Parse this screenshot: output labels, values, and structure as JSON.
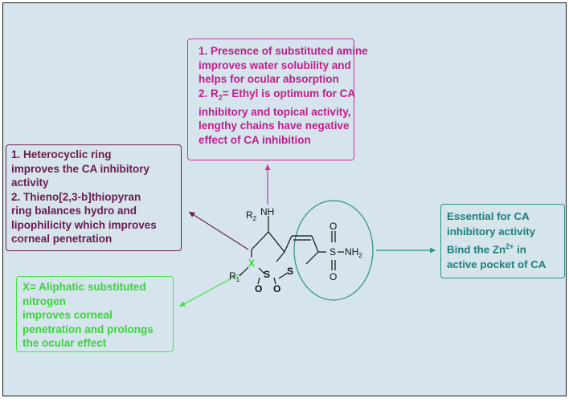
{
  "colors": {
    "background": "#d5e4ed",
    "magenta": "#cc3399",
    "plum": "#6b1a4f",
    "teal": "#1d7e77",
    "green": "#3bd43b"
  },
  "top_box": {
    "lines": [
      "1. Presence of substituted amine",
      "improves water solubility and",
      "helps for ocular absorption",
      ". R",
      "= Ethyl is optimum for CA",
      "inhibitory and topical activity,",
      "lengthy chains have negative",
      "effect of CA inhibition"
    ],
    "item2_number": "2",
    "item2_subscript": "2"
  },
  "left_box": {
    "lines": [
      "1. Heterocyclic ring",
      "improves the CA inhibitory",
      "activity",
      "2. Thieno[2,3-b]thiopyran",
      "ring balances hydro and",
      "lipophilicity which improves",
      "corneal penetration"
    ]
  },
  "right_box": {
    "lines": [
      "Essential for CA",
      "inhibitory activity",
      "Bind the Zn",
      " in",
      "active pocket of CA"
    ],
    "superscript": "2+"
  },
  "bottom_box": {
    "lines": [
      "X= Aliphatic substituted",
      "nitrogen",
      "improves corneal",
      "penetration and prolongs",
      "the ocular effect"
    ]
  },
  "molecule": {
    "r2": "R",
    "r2_sub": "2",
    "nh": "NH",
    "r1": "R",
    "r1_sub": "1",
    "x": "X",
    "s_ring": "S",
    "s_thio": "S",
    "o_left": "O",
    "o_right": "O",
    "o_top": "O",
    "o_bottom": "O",
    "s_sulfonyl": "S",
    "dash": "—",
    "nh2": "NH",
    "nh2_sub": "2"
  }
}
